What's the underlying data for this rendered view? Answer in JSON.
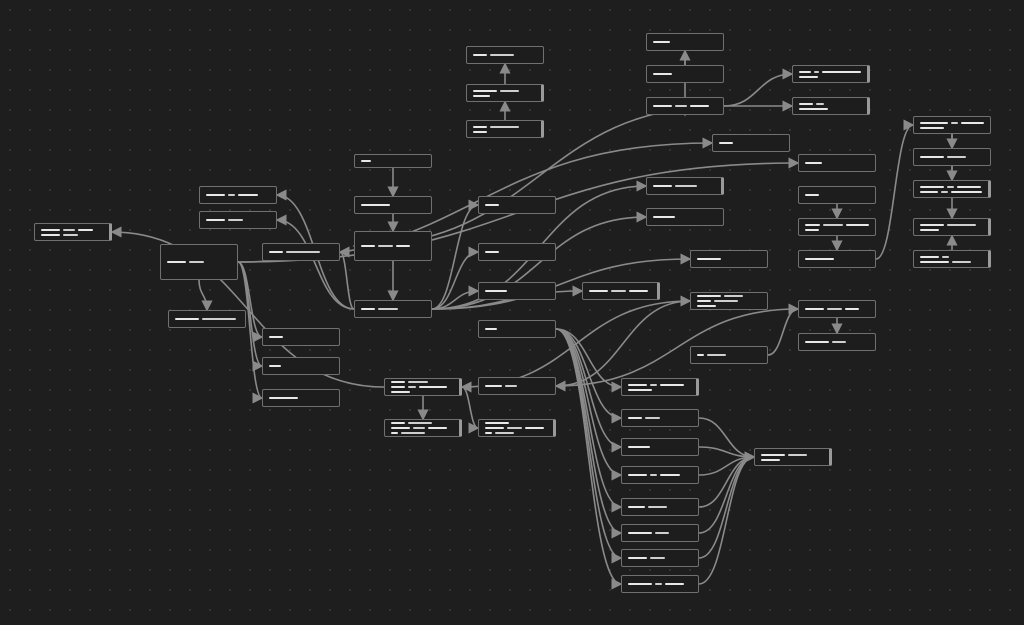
{
  "theme": {
    "background": "#1e1e1e",
    "edge": "#8a8a8a",
    "node_border": "#707070",
    "text": "#e8e8e8"
  },
  "nodes": [
    {
      "id": "n1",
      "collapsed": false,
      "lines": [
        [
          6,
          10
        ]
      ]
    },
    {
      "id": "n2",
      "collapsed": true,
      "lines": [
        [
          10,
          8
        ],
        [
          7
        ]
      ]
    },
    {
      "id": "n3",
      "collapsed": true,
      "lines": [
        [
          6,
          12
        ],
        [
          6
        ]
      ]
    },
    {
      "id": "n4",
      "collapsed": false,
      "lines": [
        [
          7
        ]
      ]
    },
    {
      "id": "n5",
      "collapsed": false,
      "lines": [
        [
          8
        ]
      ]
    },
    {
      "id": "n6",
      "collapsed": false,
      "lines": [
        [
          8,
          5,
          8
        ]
      ]
    },
    {
      "id": "n7",
      "collapsed": true,
      "lines": [
        [
          6,
          3,
          20
        ],
        [
          8
        ]
      ]
    },
    {
      "id": "n8",
      "collapsed": true,
      "lines": [
        [
          6,
          3
        ],
        [
          12
        ]
      ]
    },
    {
      "id": "n9",
      "collapsed": false,
      "lines": [
        [
          4
        ]
      ]
    },
    {
      "id": "n10",
      "collapsed": false,
      "lines": [
        [
          12
        ]
      ]
    },
    {
      "id": "n11",
      "collapsed": false,
      "lines": [
        [
          6,
          6,
          6
        ]
      ]
    },
    {
      "id": "n12",
      "collapsed": false,
      "lines": [
        [
          6,
          8
        ]
      ]
    },
    {
      "id": "n13",
      "collapsed": false,
      "lines": [
        [
          8,
          3,
          8
        ]
      ]
    },
    {
      "id": "n14",
      "collapsed": false,
      "lines": [
        [
          8,
          6
        ]
      ]
    },
    {
      "id": "n15",
      "collapsed": false,
      "lines": [
        [
          6,
          14
        ]
      ]
    },
    {
      "id": "n16",
      "collapsed": false,
      "lines": [
        [
          6
        ]
      ]
    },
    {
      "id": "n17",
      "collapsed": false,
      "lines": [
        [
          6
        ]
      ]
    },
    {
      "id": "n18",
      "collapsed": false,
      "lines": [
        [
          9
        ]
      ]
    },
    {
      "id": "n19",
      "collapsed": true,
      "lines": [
        [
          8,
          6,
          8
        ]
      ]
    },
    {
      "id": "n20",
      "collapsed": true,
      "lines": [
        [
          8,
          9
        ]
      ]
    },
    {
      "id": "n21",
      "collapsed": false,
      "lines": [
        [
          9
        ]
      ]
    },
    {
      "id": "n22",
      "collapsed": false,
      "lines": [
        [
          10
        ]
      ]
    },
    {
      "id": "n23",
      "collapsed": false,
      "lines": [
        [
          8,
          6
        ]
      ]
    },
    {
      "id": "n24",
      "collapsed": false,
      "lines": [
        [
          10,
          14
        ]
      ]
    },
    {
      "id": "n25",
      "collapsed": false,
      "lines": [
        [
          6
        ]
      ]
    },
    {
      "id": "n26",
      "collapsed": false,
      "lines": [
        [
          5
        ]
      ]
    },
    {
      "id": "n27",
      "collapsed": false,
      "lines": [
        [
          12
        ]
      ]
    },
    {
      "id": "n28",
      "collapsed": false,
      "lines": [
        [
          6
        ]
      ]
    },
    {
      "id": "n29",
      "collapsed": false,
      "lines": [
        [
          7
        ]
      ]
    },
    {
      "id": "n30",
      "collapsed": false,
      "lines": [
        [
          6
        ]
      ]
    },
    {
      "id": "n31",
      "collapsed": false,
      "lines": [
        [
          8,
          10,
          12
        ],
        [
          6
        ]
      ]
    },
    {
      "id": "n32",
      "collapsed": false,
      "lines": [
        [
          12
        ]
      ]
    },
    {
      "id": "n33",
      "collapsed": false,
      "lines": [
        [
          12,
          3,
          10
        ],
        [
          10
        ]
      ]
    },
    {
      "id": "n34",
      "collapsed": false,
      "lines": [
        [
          10,
          8
        ]
      ]
    },
    {
      "id": "n35",
      "collapsed": true,
      "lines": [
        [
          10,
          3,
          10
        ],
        [
          8,
          3,
          14
        ]
      ]
    },
    {
      "id": "n36",
      "collapsed": true,
      "lines": [
        [
          10,
          12
        ],
        [
          8
        ]
      ]
    },
    {
      "id": "n37",
      "collapsed": true,
      "lines": [
        [
          8,
          3
        ],
        [
          12,
          8
        ]
      ]
    },
    {
      "id": "n38",
      "collapsed": true,
      "lines": [
        [
          10,
          8
        ],
        [
          8
        ]
      ]
    },
    {
      "id": "n39",
      "collapsed": false,
      "lines": [
        [
          5
        ]
      ]
    },
    {
      "id": "n40",
      "collapsed": true,
      "lines": [
        [
          8,
          3,
          10
        ],
        [
          10
        ]
      ]
    },
    {
      "id": "n41",
      "collapsed": false,
      "lines": [
        [
          6,
          6
        ]
      ]
    },
    {
      "id": "n42",
      "collapsed": false,
      "lines": [
        [
          9
        ]
      ]
    },
    {
      "id": "n43",
      "collapsed": false,
      "lines": [
        [
          8,
          3,
          8
        ]
      ]
    },
    {
      "id": "n44",
      "collapsed": false,
      "lines": [
        [
          7,
          8
        ]
      ]
    },
    {
      "id": "n45",
      "collapsed": false,
      "lines": [
        [
          10,
          6
        ]
      ]
    },
    {
      "id": "n46",
      "collapsed": false,
      "lines": [
        [
          8,
          6
        ]
      ]
    },
    {
      "id": "n47",
      "collapsed": false,
      "lines": [
        [
          10,
          3,
          8
        ]
      ]
    },
    {
      "id": "n48",
      "collapsed": false,
      "lines": [
        [
          10,
          8
        ],
        [
          6,
          10
        ],
        [
          8
        ]
      ]
    },
    {
      "id": "n49",
      "collapsed": false,
      "lines": [
        [
          3,
          8
        ]
      ]
    },
    {
      "id": "n50",
      "collapsed": false,
      "lines": [
        [
          8,
          6,
          6
        ]
      ]
    },
    {
      "id": "n51",
      "collapsed": false,
      "lines": [
        [
          10,
          6
        ]
      ]
    },
    {
      "id": "n52",
      "collapsed": false,
      "lines": [
        [
          7,
          5
        ]
      ]
    },
    {
      "id": "n53",
      "collapsed": true,
      "lines": [
        [
          6,
          8
        ],
        [
          6,
          3,
          12
        ],
        [
          8
        ]
      ]
    },
    {
      "id": "n54",
      "collapsed": true,
      "lines": [
        [
          10
        ],
        [
          8,
          6,
          8
        ],
        [
          3,
          8
        ]
      ]
    },
    {
      "id": "n55",
      "collapsed": true,
      "lines": [
        [
          6,
          10
        ],
        [
          8,
          5,
          8
        ],
        [
          3,
          10
        ]
      ]
    },
    {
      "id": "n56",
      "collapsed": true,
      "lines": [
        [
          8,
          5,
          6
        ],
        [
          8,
          6
        ]
      ]
    }
  ],
  "edges": [
    [
      "n3",
      "n2"
    ],
    [
      "n2",
      "n1"
    ],
    [
      "n5",
      "n4"
    ],
    [
      "n4",
      "n6"
    ],
    [
      "n6",
      "n7"
    ],
    [
      "n6",
      "n8"
    ],
    [
      "n6",
      "n11"
    ],
    [
      "n9",
      "n10"
    ],
    [
      "n10",
      "n11"
    ],
    [
      "n11",
      "n12"
    ],
    [
      "n12",
      "n13"
    ],
    [
      "n12",
      "n14"
    ],
    [
      "n12",
      "n15"
    ],
    [
      "n12",
      "n16"
    ],
    [
      "n12",
      "n17"
    ],
    [
      "n12",
      "n18"
    ],
    [
      "n12",
      "n19"
    ],
    [
      "n12",
      "n20"
    ],
    [
      "n12",
      "n21"
    ],
    [
      "n12",
      "n22"
    ],
    [
      "n23",
      "n24"
    ],
    [
      "n23",
      "n25"
    ],
    [
      "n23",
      "n26"
    ],
    [
      "n23",
      "n27"
    ],
    [
      "n23",
      "n28"
    ],
    [
      "n23",
      "n29"
    ],
    [
      "n30",
      "n31"
    ],
    [
      "n31",
      "n32"
    ],
    [
      "n32",
      "n33"
    ],
    [
      "n33",
      "n34"
    ],
    [
      "n33",
      "n35"
    ],
    [
      "n34",
      "n36"
    ],
    [
      "n37",
      "n36"
    ],
    [
      "n39",
      "n40"
    ],
    [
      "n39",
      "n41"
    ],
    [
      "n39",
      "n42"
    ],
    [
      "n39",
      "n43"
    ],
    [
      "n39",
      "n44"
    ],
    [
      "n39",
      "n45"
    ],
    [
      "n39",
      "n46"
    ],
    [
      "n39",
      "n47"
    ],
    [
      "n41",
      "n38"
    ],
    [
      "n42",
      "n38"
    ],
    [
      "n43",
      "n38"
    ],
    [
      "n44",
      "n38"
    ],
    [
      "n45",
      "n38"
    ],
    [
      "n46",
      "n38"
    ],
    [
      "n47",
      "n38"
    ],
    [
      "n49",
      "n50"
    ],
    [
      "n50",
      "n51"
    ],
    [
      "n50",
      "n52"
    ],
    [
      "n52",
      "n48"
    ],
    [
      "n53",
      "n54"
    ],
    [
      "n53",
      "n55"
    ],
    [
      "n53",
      "n56"
    ],
    [
      "n48",
      "n53"
    ]
  ]
}
